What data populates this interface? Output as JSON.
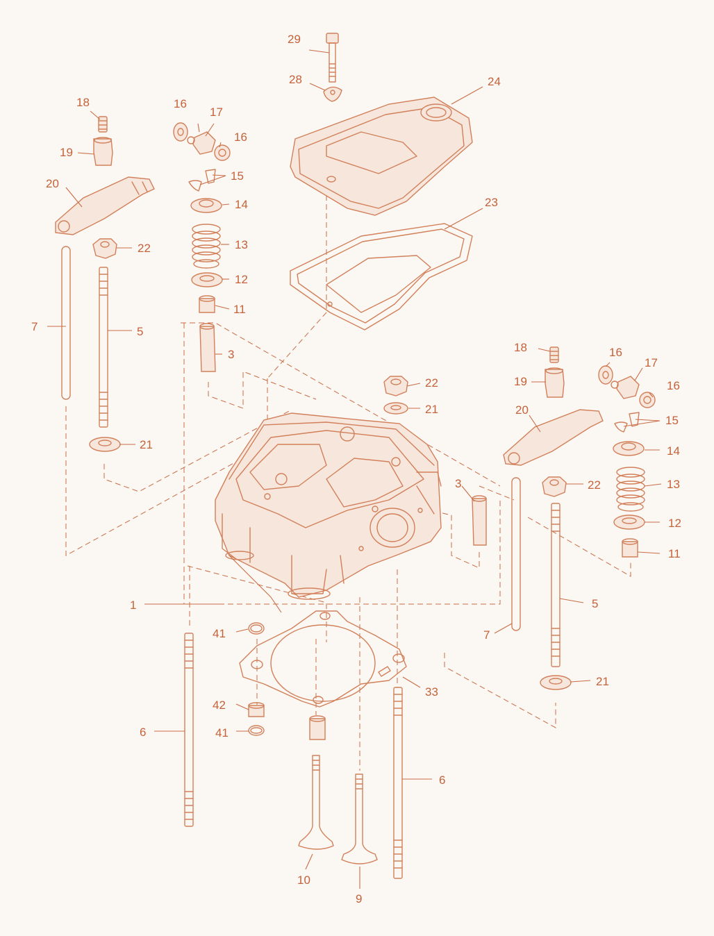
{
  "colors": {
    "line": "#d2805a",
    "label": "#c4623a",
    "background": "#fbf7f3"
  },
  "callouts": [
    {
      "id": "c29",
      "text": "29"
    },
    {
      "id": "c28",
      "text": "28"
    },
    {
      "id": "c24",
      "text": "24"
    },
    {
      "id": "c23",
      "text": "23"
    },
    {
      "id": "c18a",
      "text": "18"
    },
    {
      "id": "c16a",
      "text": "16"
    },
    {
      "id": "c17a",
      "text": "17"
    },
    {
      "id": "c16b",
      "text": "16"
    },
    {
      "id": "c19a",
      "text": "19"
    },
    {
      "id": "c20a",
      "text": "20"
    },
    {
      "id": "c15a",
      "text": "15"
    },
    {
      "id": "c14a",
      "text": "14"
    },
    {
      "id": "c13a",
      "text": "13"
    },
    {
      "id": "c22a",
      "text": "22"
    },
    {
      "id": "c12a",
      "text": "12"
    },
    {
      "id": "c11a",
      "text": "11"
    },
    {
      "id": "c7a",
      "text": "7"
    },
    {
      "id": "c5a",
      "text": "5"
    },
    {
      "id": "c3a",
      "text": "3"
    },
    {
      "id": "c21a",
      "text": "21"
    },
    {
      "id": "c22b",
      "text": "22"
    },
    {
      "id": "c21b",
      "text": "21"
    },
    {
      "id": "c18b",
      "text": "18"
    },
    {
      "id": "c16c",
      "text": "16"
    },
    {
      "id": "c17b",
      "text": "17"
    },
    {
      "id": "c19b",
      "text": "19"
    },
    {
      "id": "c16d",
      "text": "16"
    },
    {
      "id": "c20b",
      "text": "20"
    },
    {
      "id": "c15b",
      "text": "15"
    },
    {
      "id": "c14b",
      "text": "14"
    },
    {
      "id": "c22c",
      "text": "22"
    },
    {
      "id": "c13b",
      "text": "13"
    },
    {
      "id": "c3b",
      "text": "3"
    },
    {
      "id": "c12b",
      "text": "12"
    },
    {
      "id": "c11b",
      "text": "11"
    },
    {
      "id": "c5b",
      "text": "5"
    },
    {
      "id": "c7b",
      "text": "7"
    },
    {
      "id": "c21c",
      "text": "21"
    },
    {
      "id": "c1",
      "text": "1"
    },
    {
      "id": "c41a",
      "text": "41"
    },
    {
      "id": "c33",
      "text": "33"
    },
    {
      "id": "c42",
      "text": "42"
    },
    {
      "id": "c41b",
      "text": "41"
    },
    {
      "id": "c6a",
      "text": "6"
    },
    {
      "id": "c6b",
      "text": "6"
    },
    {
      "id": "c10",
      "text": "10"
    },
    {
      "id": "c9",
      "text": "9"
    }
  ]
}
